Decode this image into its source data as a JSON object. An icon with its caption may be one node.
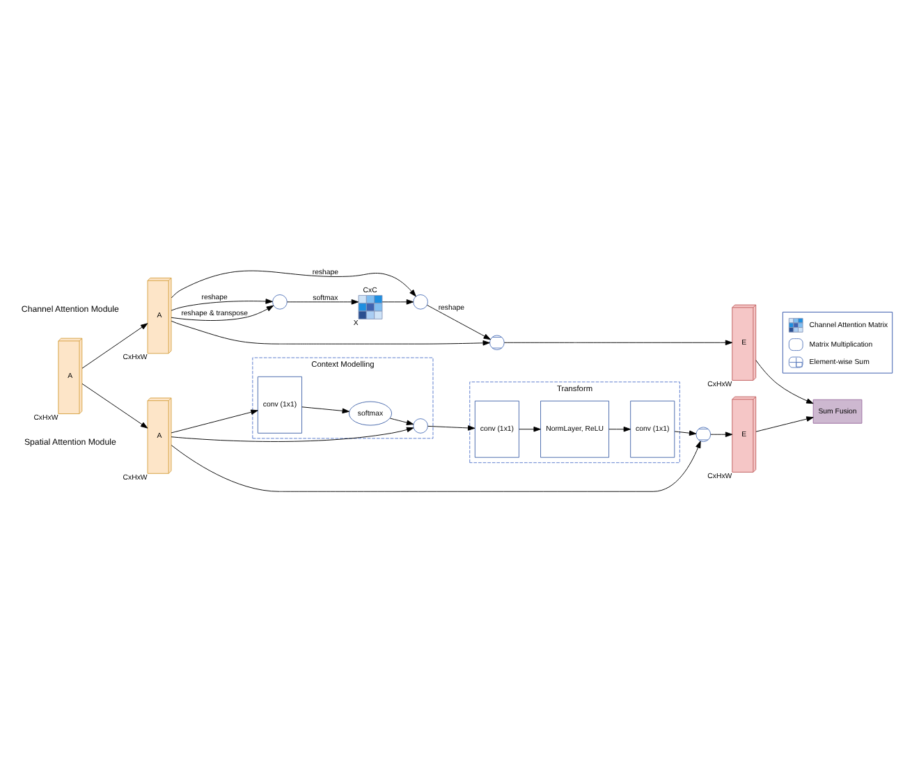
{
  "diagram": {
    "nodes": [
      {
        "text": [
          "A"
        ],
        "beside": [
          "CxHxW"
        ]
      },
      {
        "text": [
          "A"
        ],
        "beside": [
          "CxHxW"
        ]
      },
      {
        "text": [
          "A"
        ],
        "beside": [
          "CxHxW"
        ]
      },
      {
        "text": [],
        "shape": "circle"
      },
      {
        "text": [
          "CxC"
        ],
        "beside": [
          "X"
        ]
      },
      {
        "text": [],
        "shape": "circle"
      },
      {
        "text": [],
        "shape": "circle"
      },
      {
        "text": [
          "E"
        ],
        "beside": [
          "CxHxW"
        ]
      },
      {
        "text": [
          "Sum Fusion"
        ]
      },
      {
        "text": [
          "Context Modelling"
        ]
      },
      {
        "text": [
          "conv (1x1)"
        ],
        "in": 9
      },
      {
        "text": [
          "softmax"
        ],
        "in": 9
      },
      {
        "text": [],
        "shape": "circle",
        "in": 9
      },
      {
        "text": [
          "Transform"
        ]
      },
      {
        "text": [
          "conv (1x1)"
        ],
        "in": 13
      },
      {
        "text": [
          "NormLayer, ReLU"
        ],
        "in": 13
      },
      {
        "text": [
          "conv (1x1)"
        ],
        "in": 13
      },
      {
        "text": [],
        "shape": "circle"
      },
      {
        "text": [
          "E"
        ],
        "beside": [
          "CxHxW"
        ]
      }
    ],
    "edges": [
      {
        "from": 0,
        "to": 1,
        "arrow": "to"
      },
      {
        "from": 0,
        "to": 2,
        "arrow": "to"
      },
      {
        "from": 1,
        "to": 6,
        "arrow": "to"
      },
      {
        "from": 1,
        "to": 5,
        "label": "reshape",
        "arrow": "to"
      },
      {
        "from": 1,
        "to": 3,
        "label": "reshape",
        "arrow": "to"
      },
      {
        "from": 1,
        "to": 3,
        "label": "reshape & transpose",
        "arrow": "to"
      },
      {
        "from": 3,
        "to": 4,
        "label": "softmax",
        "arrow": "to"
      },
      {
        "from": 4,
        "to": 5,
        "arrow": "to"
      },
      {
        "from": 5,
        "to": 6,
        "label": "reshape",
        "arrow": "to"
      },
      {
        "from": 6,
        "to": 7,
        "arrow": "to"
      },
      {
        "from": 7,
        "to": 8,
        "arrow": "to"
      },
      {
        "from": 2,
        "to": 10,
        "arrow": "to"
      },
      {
        "from": 2,
        "to": 12,
        "arrow": "to"
      },
      {
        "from": 2,
        "to": 17,
        "arrow": "to"
      },
      {
        "from": 10,
        "to": 11,
        "arrow": "to"
      },
      {
        "from": 11,
        "to": 12,
        "arrow": "to"
      },
      {
        "from": 12,
        "to": 14,
        "arrow": "to"
      },
      {
        "from": 14,
        "to": 15,
        "arrow": "to"
      },
      {
        "from": 15,
        "to": 16,
        "arrow": "to"
      },
      {
        "from": 16,
        "to": 17,
        "arrow": "to"
      },
      {
        "from": 17,
        "to": 18,
        "arrow": "to"
      },
      {
        "from": 18,
        "to": 8,
        "arrow": "to"
      }
    ],
    "labels": [
      "Channel Attention Module",
      "Spatial Attention Module"
    ],
    "legend": [
      {
        "text": "Channel Attention Matrix"
      },
      {
        "text": "Matrix Multiplication"
      },
      {
        "text": "Element-wise Sum"
      }
    ]
  }
}
